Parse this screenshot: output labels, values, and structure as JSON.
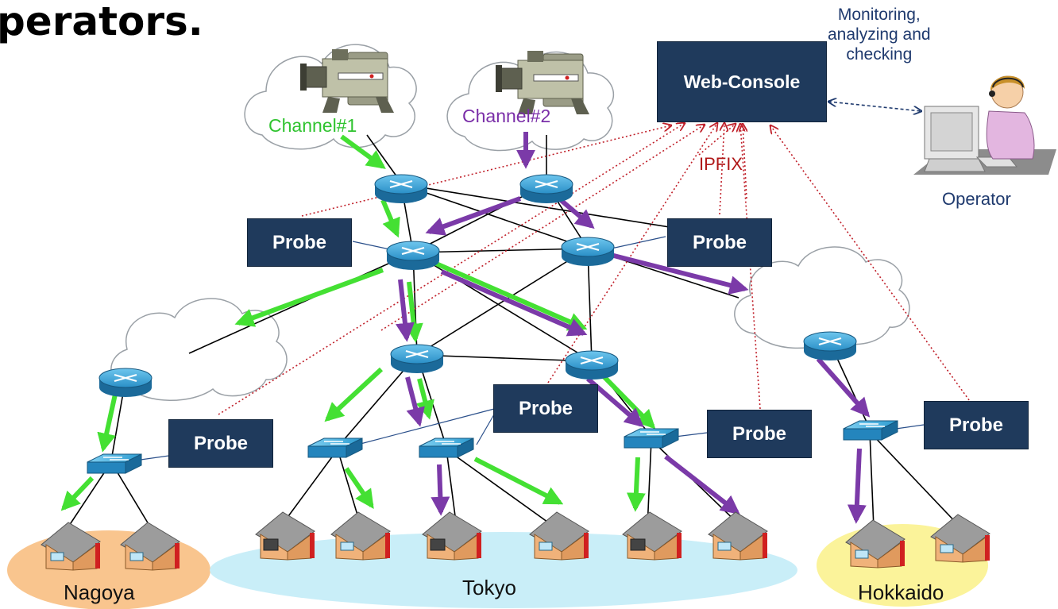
{
  "title": "perators.",
  "web_console": {
    "label": "Web-Console"
  },
  "note": {
    "text": "Monitoring,\nanalyzing and\nchecking"
  },
  "operator": {
    "label": "Operator"
  },
  "ipfix": {
    "label": "IPFIX"
  },
  "channels": [
    {
      "label": "Channel#1",
      "color": "#2fc32f"
    },
    {
      "label": "Channel#2",
      "color": "#7a2ea8"
    }
  ],
  "probes": [
    {
      "label": "Probe"
    },
    {
      "label": "Probe"
    },
    {
      "label": "Probe"
    },
    {
      "label": "Probe"
    },
    {
      "label": "Probe"
    },
    {
      "label": "Probe"
    }
  ],
  "regions": [
    {
      "label": "Nagoya",
      "color": "#f9c58e"
    },
    {
      "label": "Tokyo",
      "color": "#c9eef8"
    },
    {
      "label": "Hokkaido",
      "color": "#fbf39a"
    }
  ],
  "colors": {
    "probe_box": "#1f3a5c",
    "ipfix_line": "#c0202a",
    "channel1": "#44e033",
    "channel2": "#7b3aa8",
    "device_blue": "#2c9bd1"
  }
}
